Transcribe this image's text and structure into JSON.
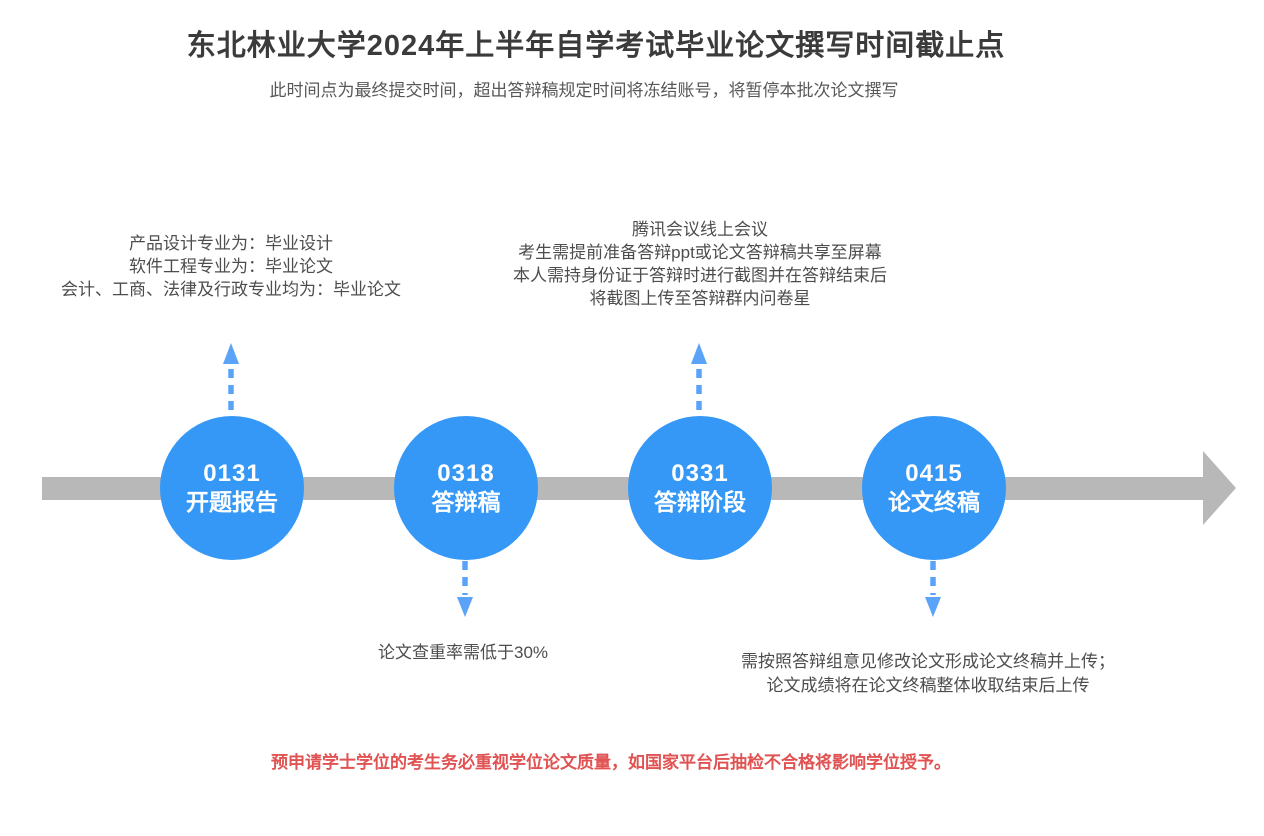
{
  "page": {
    "title": "东北林业大学2024年上半年自学考试毕业论文撰写时间截止点",
    "subtitle": "此时间点为最终提交时间，超出答辩稿规定时间将冻结账号，将暂停本批次论文撰写",
    "footer_warning": "预申请学士学位的考生务必重视学位论文质量，如国家平台后抽检不合格将影响学位授予。"
  },
  "colors": {
    "node_blue": "#3598f7",
    "callout_arrow_blue": "#5aa3f8",
    "timeline_gray": "#b8b8b8",
    "title_text": "#3b3b3b",
    "body_text": "#4d4d4d",
    "warning_red": "#e15252",
    "node_text": "#ffffff",
    "background": "#ffffff"
  },
  "icons": {
    "up_arrow": "dashed-arrow-pointing-up",
    "down_arrow": "dashed-arrow-pointing-down",
    "timeline_arrowhead": "solid-right-triangle"
  },
  "timeline": {
    "nodes": [
      {
        "date": "0131",
        "label": "开题报告"
      },
      {
        "date": "0318",
        "label": "答辩稿"
      },
      {
        "date": "0331",
        "label": "答辩阶段"
      },
      {
        "date": "0415",
        "label": "论文终稿"
      }
    ],
    "annotations": {
      "above_node1": [
        "产品设计专业为：毕业设计",
        "软件工程专业为：毕业论文",
        "会计、工商、法律及行政专业均为：毕业论文"
      ],
      "above_node3": [
        "腾讯会议线上会议",
        "考生需提前准备答辩ppt或论文答辩稿共享至屏幕",
        "本人需持身份证于答辩时进行截图并在答辩结束后",
        "将截图上传至答辩群内问卷星"
      ],
      "below_node2": [
        "论文查重率需低于30%"
      ],
      "below_node4": [
        "需按照答辩组意见修改论文形成论文终稿并上传；",
        "论文成绩将在论文终稿整体收取结束后上传"
      ]
    }
  }
}
